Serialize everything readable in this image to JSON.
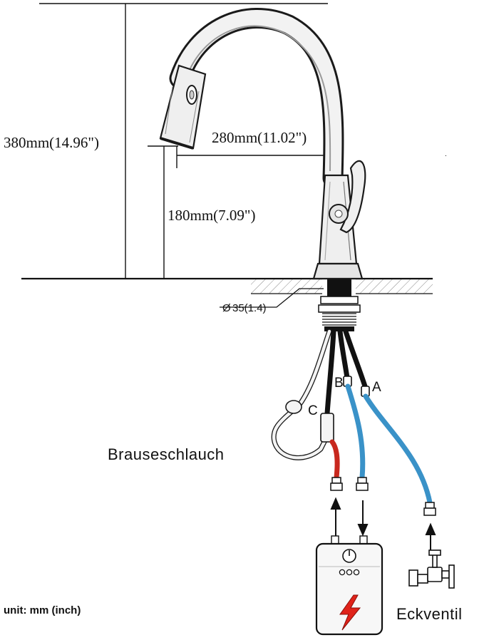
{
  "dimensions": {
    "total_height": "380mm(14.96\")",
    "reach": "280mm(11.02\")",
    "spout_height": "180mm(7.09\")",
    "hole_diameter": "35(1.4)",
    "diameter_symbol": "Ø"
  },
  "hose_labels": {
    "a": "A",
    "b": "B",
    "c": "C"
  },
  "captions": {
    "pull_out_hose": "Brauseschlauch",
    "angle_valve": "Eckventil",
    "unit": "unit: mm (inch)"
  },
  "colors": {
    "cold_hose": "#3a92c8",
    "hot_hose": "#c8281e",
    "shank_hose": "#111111",
    "heater_bolt": "#e0231a",
    "line": "#111111"
  },
  "icons": [
    "faucet",
    "water-heater",
    "lightning-bolt",
    "angle-valve",
    "arrow-up",
    "arrow-down"
  ]
}
